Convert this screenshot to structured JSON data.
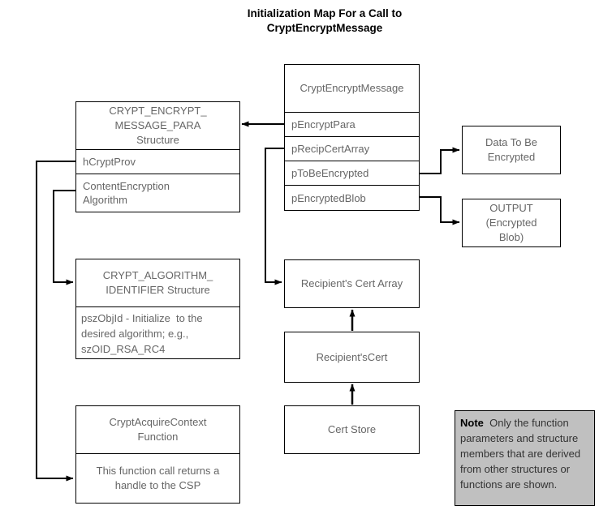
{
  "title": {
    "text": "Initialization Map For a Call to\nCryptEncryptMessage"
  },
  "boxes": {
    "central": {
      "header": "CryptEncryptMessage",
      "rows": [
        "pEncryptPara",
        "pRecipCertArray",
        "pToBeEncrypted",
        "pEncryptedBlob"
      ]
    },
    "message_para": {
      "header": "CRYPT_ENCRYPT_\nMESSAGE_PARA\nStructure",
      "rows": [
        "hCryptProv",
        "ContentEncryption\nAlgorithm"
      ]
    },
    "algorithm_identifier": {
      "header": "CRYPT_ALGORITHM_\nIDENTIFIER Structure",
      "body": "pszObjId - Initialize  to the\ndesired algorithm; e.g.,\nszOID_RSA_RC4"
    },
    "acquire_context": {
      "header": "CryptAcquireContext\nFunction",
      "body": "This function call returns a\nhandle to the CSP"
    },
    "data_to_be_encrypted": {
      "label": "Data To Be\nEncrypted"
    },
    "output_blob": {
      "label": "OUTPUT\n(Encrypted\nBlob)"
    },
    "recipients_cert_array": {
      "label": "Recipient's Cert Array"
    },
    "recipients_cert": {
      "label": "Recipient'sCert"
    },
    "cert_store": {
      "label": "Cert Store"
    }
  },
  "note": {
    "label": "Note",
    "text": "  Only the function parameters and structure members that are derived from other structures or functions are shown."
  },
  "colors": {
    "line_color": "#000000",
    "note_background": "#c0c0c0",
    "box_text": "#666666"
  }
}
